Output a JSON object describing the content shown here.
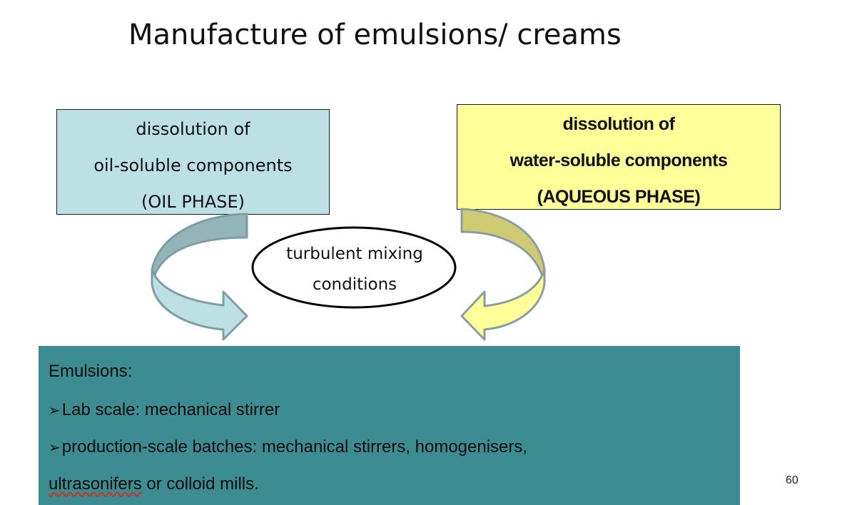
{
  "title": "Manufacture of emulsions/ creams",
  "oil_box": {
    "lines": [
      "dissolution of",
      "oil-soluble components",
      "(OIL PHASE)"
    ],
    "color": "#bde0e4"
  },
  "aqueous_box": {
    "lines": [
      "dissolution of",
      "water-soluble components",
      "(AQUEOUS PHASE)"
    ],
    "color": "#ffff99"
  },
  "mixing": {
    "lines": [
      "turbulent mixing",
      "conditions"
    ]
  },
  "panel": {
    "color": "#3c8c91",
    "heading": "Emulsions:",
    "bullet_glyph": "➢",
    "bullet1": "Lab scale: mechanical stirrer",
    "bullet2": "production-scale batches: mechanical stirrers, homogenisers,",
    "continuation_word": "ultrasonifers",
    "continuation_rest": " or colloid mills."
  },
  "page_number": "60",
  "icons": {
    "left_arrow": "curved-arrow-icon",
    "right_arrow": "curved-arrow-icon"
  }
}
